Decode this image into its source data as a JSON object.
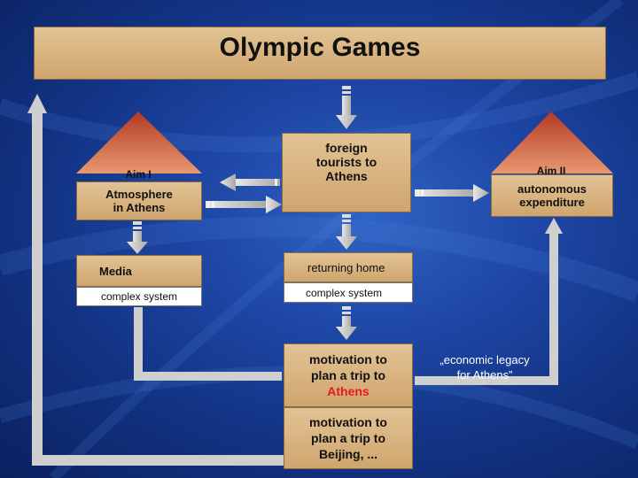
{
  "title": "Olympic Games",
  "aim1": {
    "heading": "Aim I",
    "line1": "Atmosphere",
    "line2": "in Athens"
  },
  "aim2": {
    "heading": "Aim II",
    "line1": "autonomous",
    "line2": "expenditure"
  },
  "foreign": {
    "line1": "foreign",
    "line2": "tourists to",
    "line3": "Athens"
  },
  "media": {
    "label": "Media",
    "sub": "complex system"
  },
  "returning": {
    "label": "returning home",
    "sub": "complex system"
  },
  "motivation_athens": {
    "line1": "motivation to",
    "line2": "plan a trip to",
    "line3": "Athens"
  },
  "motivation_beijing": {
    "line1": "motivation to",
    "line2": "plan a trip to",
    "line3": "Beijing, ..."
  },
  "legacy": {
    "line1": "„economic legacy",
    "line2": "for Athens”"
  },
  "colors": {
    "tan_light": "#e2c394",
    "tan_dark": "#cfa56e",
    "roof_top": "#b23a22",
    "roof_bottom": "#e89870",
    "arrow": "#c9c9c9",
    "accent_red": "#e51a1a"
  }
}
